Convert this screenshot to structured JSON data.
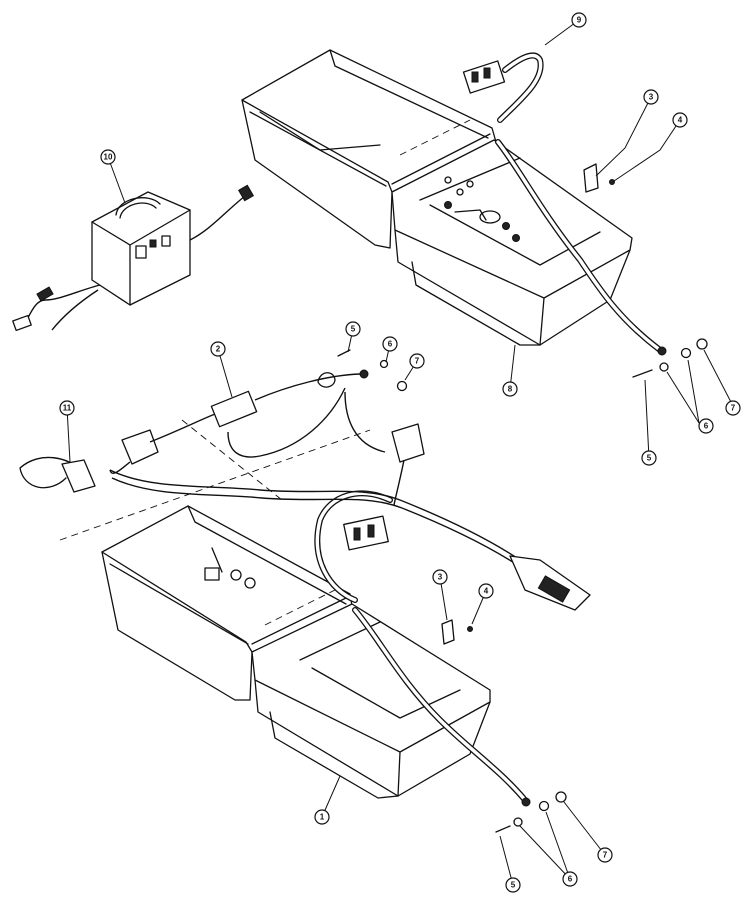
{
  "callouts": [
    {
      "id": "c-1",
      "label": "1"
    },
    {
      "id": "c-2",
      "label": "2"
    },
    {
      "id": "c-3a",
      "label": "3"
    },
    {
      "id": "c-3b",
      "label": "3"
    },
    {
      "id": "c-4a",
      "label": "4"
    },
    {
      "id": "c-4b",
      "label": "4"
    },
    {
      "id": "c-5a",
      "label": "5"
    },
    {
      "id": "c-5b",
      "label": "5"
    },
    {
      "id": "c-5c",
      "label": "5"
    },
    {
      "id": "c-6a",
      "label": "6"
    },
    {
      "id": "c-6b",
      "label": "6"
    },
    {
      "id": "c-6c",
      "label": "6"
    },
    {
      "id": "c-7a",
      "label": "7"
    },
    {
      "id": "c-7b",
      "label": "7"
    },
    {
      "id": "c-7c",
      "label": "7"
    },
    {
      "id": "c-8",
      "label": "8"
    },
    {
      "id": "c-9",
      "label": "9"
    },
    {
      "id": "c-10",
      "label": "10"
    },
    {
      "id": "c-11",
      "label": "11"
    }
  ]
}
